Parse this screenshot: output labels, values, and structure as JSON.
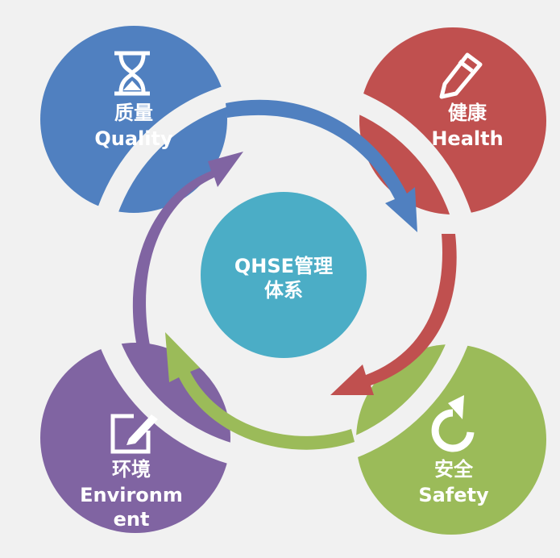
{
  "center": {
    "line1": "QHSE管理",
    "line2": "体系"
  },
  "nodes": [
    {
      "cn": "质量",
      "en": "Quality",
      "icon": "hourglass-icon",
      "color": "#5080c0"
    },
    {
      "cn": "健康",
      "en": "Health",
      "icon": "pencil-icon",
      "color": "#c0504f"
    },
    {
      "cn": "安全",
      "en": "Safety",
      "icon": "refresh-icon",
      "color": "#9bbb59"
    },
    {
      "cn": "环境",
      "en_line1": "Environm",
      "en_line2": "ent",
      "icon": "edit-icon",
      "color": "#8064a2"
    }
  ],
  "center_color": "#4badc6"
}
